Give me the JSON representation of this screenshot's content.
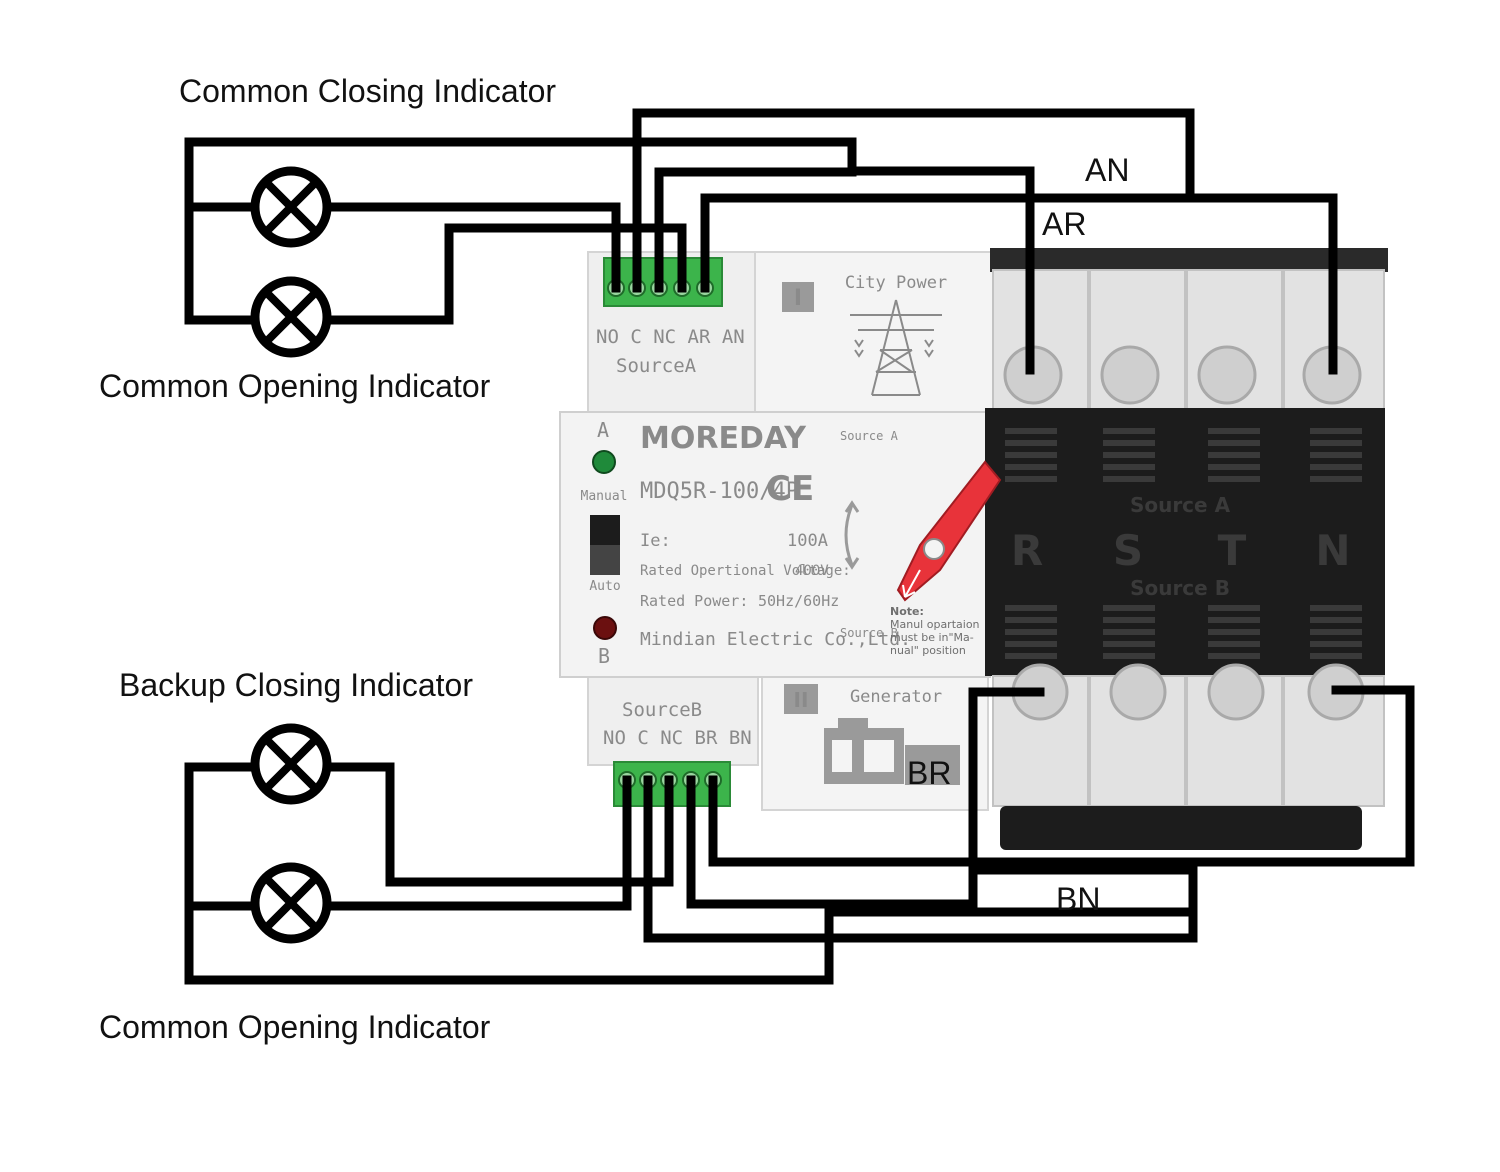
{
  "labels": {
    "common_closing": "Common Closing Indicator",
    "common_opening_top": "Common Opening Indicator",
    "backup_closing": "Backup Closing Indicator",
    "common_opening_bottom": "Common Opening Indicator"
  },
  "wire_labels": {
    "an": "AN",
    "ar": "AR",
    "br": "BR",
    "bn": "BN"
  },
  "device": {
    "source_a_terminals": "NO C NC AR AN",
    "source_a": "SourceA",
    "source_b": "SourceB",
    "source_b_terminals": "NO C NC BR BN",
    "section_one": "I",
    "city_power": "City Power",
    "section_two": "II",
    "generator": "Generator",
    "brand": "MOREDAY",
    "model": "MDQ5R-100/4P",
    "ce_mark": "CE",
    "ie_label": "Ie:",
    "ie_value": "100A",
    "voltage_label": "Rated Opertional Voltage:",
    "voltage_value": "400V",
    "power_label": "Rated Power:",
    "power_value": "50Hz/60Hz",
    "maker": "Mindian Electric Co.,Ltd.",
    "led_a": "A",
    "led_b": "B",
    "manual": "Manual",
    "auto": "Auto",
    "source_a_small": "Source A",
    "source_b_small": "Source B",
    "note_title": "Note:",
    "note_line1": "Manul opartaion",
    "note_line2": "must be in\"Ma-",
    "note_line3": "nual\" position",
    "breaker_source_a": "Source A",
    "breaker_source_b": "Source B",
    "phase_r": "R",
    "phase_s": "S",
    "phase_t": "T",
    "phase_n": "N"
  },
  "colors": {
    "wire": "#000000",
    "terminal_green": "#3cb44b",
    "breaker_black": "#1c1c1c",
    "handle_red": "#e8333a",
    "led_green": "#1f8a3a",
    "led_red": "#6b1010",
    "body": "#f1f1f1"
  },
  "icons": [
    "indicator-lamp-icon",
    "power-tower-icon",
    "generator-icon",
    "ce-mark-icon"
  ]
}
